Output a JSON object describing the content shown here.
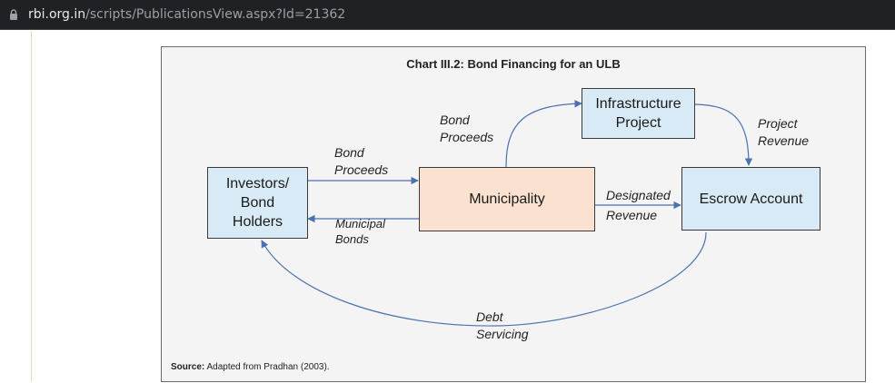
{
  "browser": {
    "url_domain": "rbi.org.in",
    "url_path": "/scripts/PublicationsView.aspx?Id=21362"
  },
  "figure": {
    "title": "Chart III.2: Bond Financing for an ULB",
    "nodes": {
      "infrastructure": [
        "Infrastructure",
        "Project"
      ],
      "investors": [
        "Investors/",
        "Bond",
        "Holders"
      ],
      "municipality": "Municipality",
      "escrow": "Escrow Account"
    },
    "edges": {
      "bond_proceeds_to_municipality": [
        "Bond",
        "Proceeds"
      ],
      "bond_proceeds_to_infrastructure": [
        "Bond",
        "Proceeds"
      ],
      "municipal_bonds": [
        "Municipal",
        "Bonds"
      ],
      "designated_revenue": [
        "Designated",
        "Revenue"
      ],
      "project_revenue": [
        "Project",
        "Revenue"
      ],
      "debt_servicing": [
        "Debt",
        "Servicing"
      ]
    },
    "source_label": "Source:",
    "source_text": "Adapted from Pradhan (2003).",
    "colors": {
      "arrow": "#4a72b0",
      "node_blue": "#d8eaf6",
      "node_peach": "#fbe1cf"
    }
  }
}
